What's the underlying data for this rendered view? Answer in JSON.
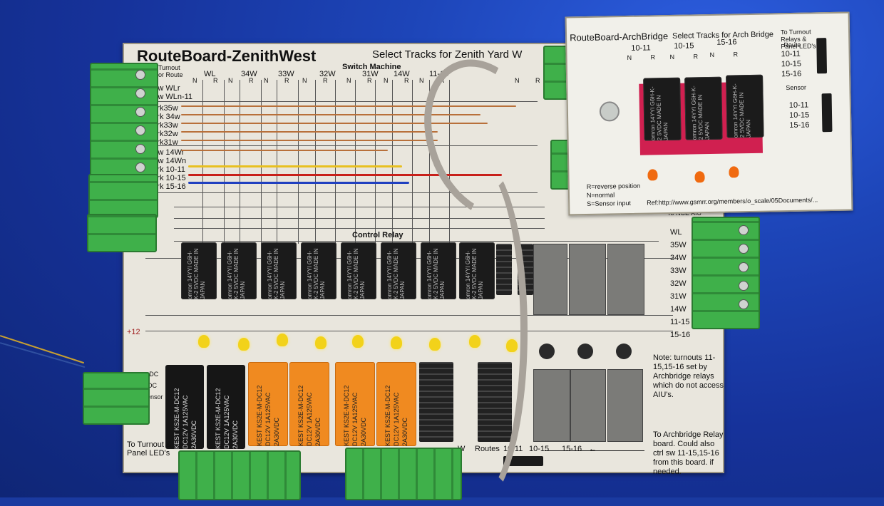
{
  "main_board": {
    "title": "RouteBoard-ZenithWest",
    "subtitle": "Select Tracks for Zenith Yard W",
    "turnout_header": "Turnout or Route",
    "switch_machine": "Switch Machine",
    "columns": [
      "WL",
      "34W",
      "33W",
      "32W",
      "31W",
      "14W",
      "11-15"
    ],
    "nr_marks": "N R",
    "rows": [
      "Sw WLr",
      "Sw WLn-11",
      "Trk35w",
      "Trk 34w",
      "Trk33w",
      "Trk32w",
      "Trk31w",
      "Sw 14Wr",
      "Sw 14Wn",
      "Trk 10-11",
      "Trk 10-15",
      "Trk 15-16"
    ],
    "control_relay": "Control Relay",
    "relay_chip_text": "omron 14YYI G6H-K-2 5VDC MADE IN JAPAN",
    "kest_text": "KEST KS2E-M-DC12 DC12V 1A125VAC 2A30VDC",
    "left_io": [
      "+DC",
      "-DC",
      "Sensor"
    ],
    "left_bottom_note": "To Turnout & Panel LED's",
    "routes_label": "Routes",
    "route_values": [
      "10-11",
      "10-15",
      "15-16"
    ],
    "w_mark": "W",
    "right_list_header": "To NCE AIU",
    "right_list": [
      "WL",
      "35W",
      "34W",
      "33W",
      "32W",
      "31W",
      "14W",
      "11-15",
      "15-16"
    ],
    "note": "Note: turnouts 11-15,15-16 set by Archbridge relays which do not access AIU's.",
    "arch_note": "To Archbridge Relay board. Could also ctrl sw 11-15,15-16 from this board. if needed.",
    "handwritten": "+12"
  },
  "arch_board": {
    "title": "RouteBoard-ArchBridge",
    "subtitle": "Select Tracks for Arch Bridge",
    "columns": [
      "10-11",
      "10-15",
      "15-16"
    ],
    "nr_marks": "N R",
    "right_top": "To Turnout Relays & Panel LED's",
    "route_label": "Route",
    "routes": [
      "10-11",
      "10-15",
      "15-16"
    ],
    "sensor_label": "Sensor",
    "sensor_routes": [
      "10-11",
      "10-15",
      "15-16"
    ],
    "legend": [
      "R=reverse position",
      "N=normal",
      "S=Sensor input"
    ],
    "url": "Ref:http://www.gsmrr.org/members/o_scale/05Documents/..."
  },
  "colors": {
    "background": "#1a3aa0",
    "board": "#e9e6dd",
    "terminal_green": "#3fb04a",
    "relay_orange": "#f08a20",
    "led_yellow": "#f2d21a",
    "cable_gray": "#a8a29a",
    "wire_yellow": "#e8c020",
    "wire_red": "#c8201a",
    "wire_blue": "#2040c0"
  }
}
